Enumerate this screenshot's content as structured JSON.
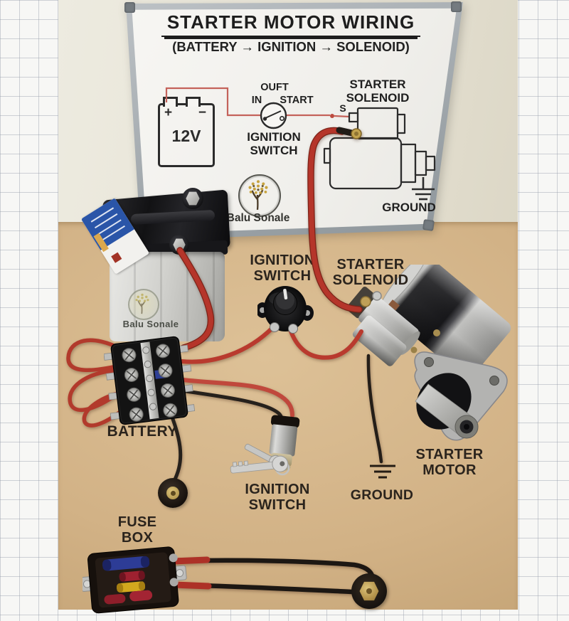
{
  "whiteboard": {
    "title": "STARTER MOTOR WIRING",
    "subtitle": "(BATTERY → IGNITION → SOLENOID)",
    "battery_symbol": {
      "plus": "+",
      "minus": "−",
      "voltage": "12V"
    },
    "switch_symbol": {
      "out": "OUFT",
      "in": "IN",
      "start": "START",
      "caption1": "IGNITION",
      "caption2": "SWITCH"
    },
    "solenoid_symbol": {
      "caption1": "STARTER",
      "caption2": "SOLENOID",
      "terminal": "S",
      "ground": "GROUND"
    },
    "logo_text": "Balu Sonale"
  },
  "board": {
    "battery_label": "BATTERY",
    "battery_logo_text": "Balu Sonale",
    "ignition_switch_top": {
      "line1": "IGNITION",
      "line2": "SWITCH"
    },
    "starter_solenoid": {
      "line1": "STARTER",
      "line2": "SOLENOID"
    },
    "starter_motor": {
      "line1": "STARTER",
      "line2": "MOTOR"
    },
    "ground_label": "GROUND",
    "ignition_switch_bottom": {
      "line1": "IGNITION",
      "line2": "SWITCH"
    },
    "fuse_box": {
      "line1": "FUSE",
      "line2": "BOX"
    }
  },
  "colors": {
    "board_tan": "#d2b286",
    "wall_cream": "#e8e4d6",
    "grid_paper": "#f7f7f5",
    "whiteboard_white": "#f4f3f0",
    "wire_red": "#b5352a",
    "wire_black": "#26211c",
    "fuse_blue": "#2d3c96",
    "fuse_red": "#9e2130",
    "fuse_yellow": "#d2a81e",
    "brass": "#c2a04e",
    "motor_silver": "#b5b5b3"
  }
}
